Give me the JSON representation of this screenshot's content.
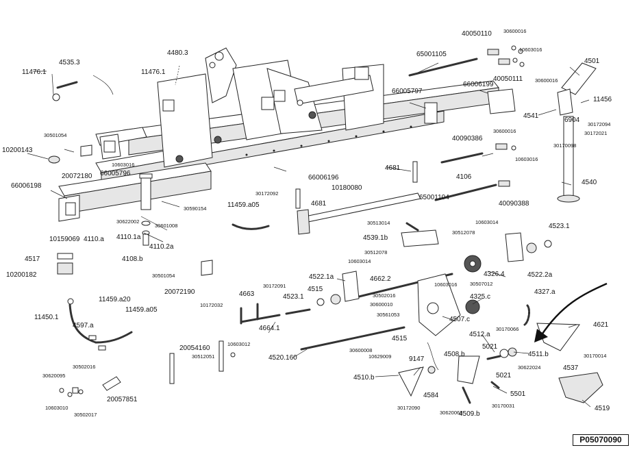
{
  "reference_code": "P05070090",
  "labels": {
    "l_4480_3": "4480.3",
    "l_11476_1a": "11476.1",
    "l_4535_3": "4535.3",
    "l_11476_1b": "11476.1",
    "l_65001105": "65001105",
    "l_40050110": "40050110",
    "l_30600016a": "30600016",
    "l_10603016a": "10603016",
    "l_40050111": "40050111",
    "l_4501": "4501",
    "l_30600016b": "30600016",
    "l_66006199": "66006199",
    "l_66005797": "66005797",
    "l_11456": "11456",
    "l_4541": "4541",
    "l_6904": "6904",
    "l_30172094": "30172094",
    "l_30172021": "30172021",
    "l_30170098": "30170098",
    "l_30501054a": "30501054",
    "l_10200143": "10200143",
    "l_20072180": "20072180",
    "l_10603016b": "10603016",
    "l_66005796": "66005796",
    "l_66006198": "66006198",
    "l_40090386": "40090386",
    "l_30600016c": "30600016",
    "l_10603016c": "10603016",
    "l_4106": "4106",
    "l_4540": "4540",
    "l_4681a": "4681",
    "l_66006196": "66006196",
    "l_10180080": "10180080",
    "l_30172092": "30172092",
    "l_4681b": "4681",
    "l_65001104": "65001104",
    "l_40090388": "40090388",
    "l_30590154": "30590154",
    "l_11459_a05a": "11459.a05",
    "l_30622002": "30622002",
    "l_30601008": "30601008",
    "l_4110_a": "4110.a",
    "l_4110_1a": "4110.1a",
    "l_4110_2a": "4110.2a",
    "l_10159069": "10159069",
    "l_4517": "4517",
    "l_10200182": "10200182",
    "l_4108_b": "4108.b",
    "l_30513014": "30513014",
    "l_10603014a": "10603014",
    "l_30512078a": "30512078",
    "l_4523_1a": "4523.1",
    "l_4539_1b": "4539.1b",
    "l_30512078b": "30512078",
    "l_10603014b": "10603014",
    "l_4326_4": "4326.4",
    "l_4522_2a": "4522.2a",
    "l_30501054b": "30501054",
    "l_20072190": "20072190",
    "l_4522_1a": "4522.1a",
    "l_4662_2": "4662.2",
    "l_30507012": "30507012",
    "l_10603016d": "10603016",
    "l_30172091": "30172091",
    "l_4663": "4663",
    "l_4515a": "4515",
    "l_4523_1b": "4523.1",
    "l_30502016a": "30502016",
    "l_30600010": "30600010",
    "l_4325_c": "4325.c",
    "l_4327_a": "4327.a",
    "l_10172032": "10172032",
    "l_30561053": "30561053",
    "l_4507_c": "4507.c",
    "l_11450_1": "11450.1",
    "l_11459_a20": "11459.a20",
    "l_4597_a": "4597.a",
    "l_11459_a05b": "11459.a05",
    "l_4664_1": "4664.1",
    "l_4621": "4621",
    "l_30170066": "30170066",
    "l_4512_a": "4512.a",
    "l_4515b": "4515",
    "l_20054160": "20054160",
    "l_10603012": "10603012",
    "l_30512051": "30512051",
    "l_4520_160": "4520.160",
    "l_30600008": "30600008",
    "l_10629009": "10629009",
    "l_9147": "9147",
    "l_4508_b": "4508.b",
    "l_5021a": "5021",
    "l_4511_b": "4511.b",
    "l_30622024": "30622024",
    "l_5021b": "5021",
    "l_30170014": "30170014",
    "l_4537": "4537",
    "l_30502016b": "30502016",
    "l_30620095": "30620095",
    "l_4510_b": "4510.b",
    "l_4584": "4584",
    "l_5501": "5501",
    "l_10603010": "10603010",
    "l_30502017": "30502017",
    "l_20057851": "20057851",
    "l_30172090": "30172090",
    "l_30620063": "30620063",
    "l_30170031": "30170031",
    "l_4509_b": "4509.b",
    "l_4519": "4519"
  }
}
